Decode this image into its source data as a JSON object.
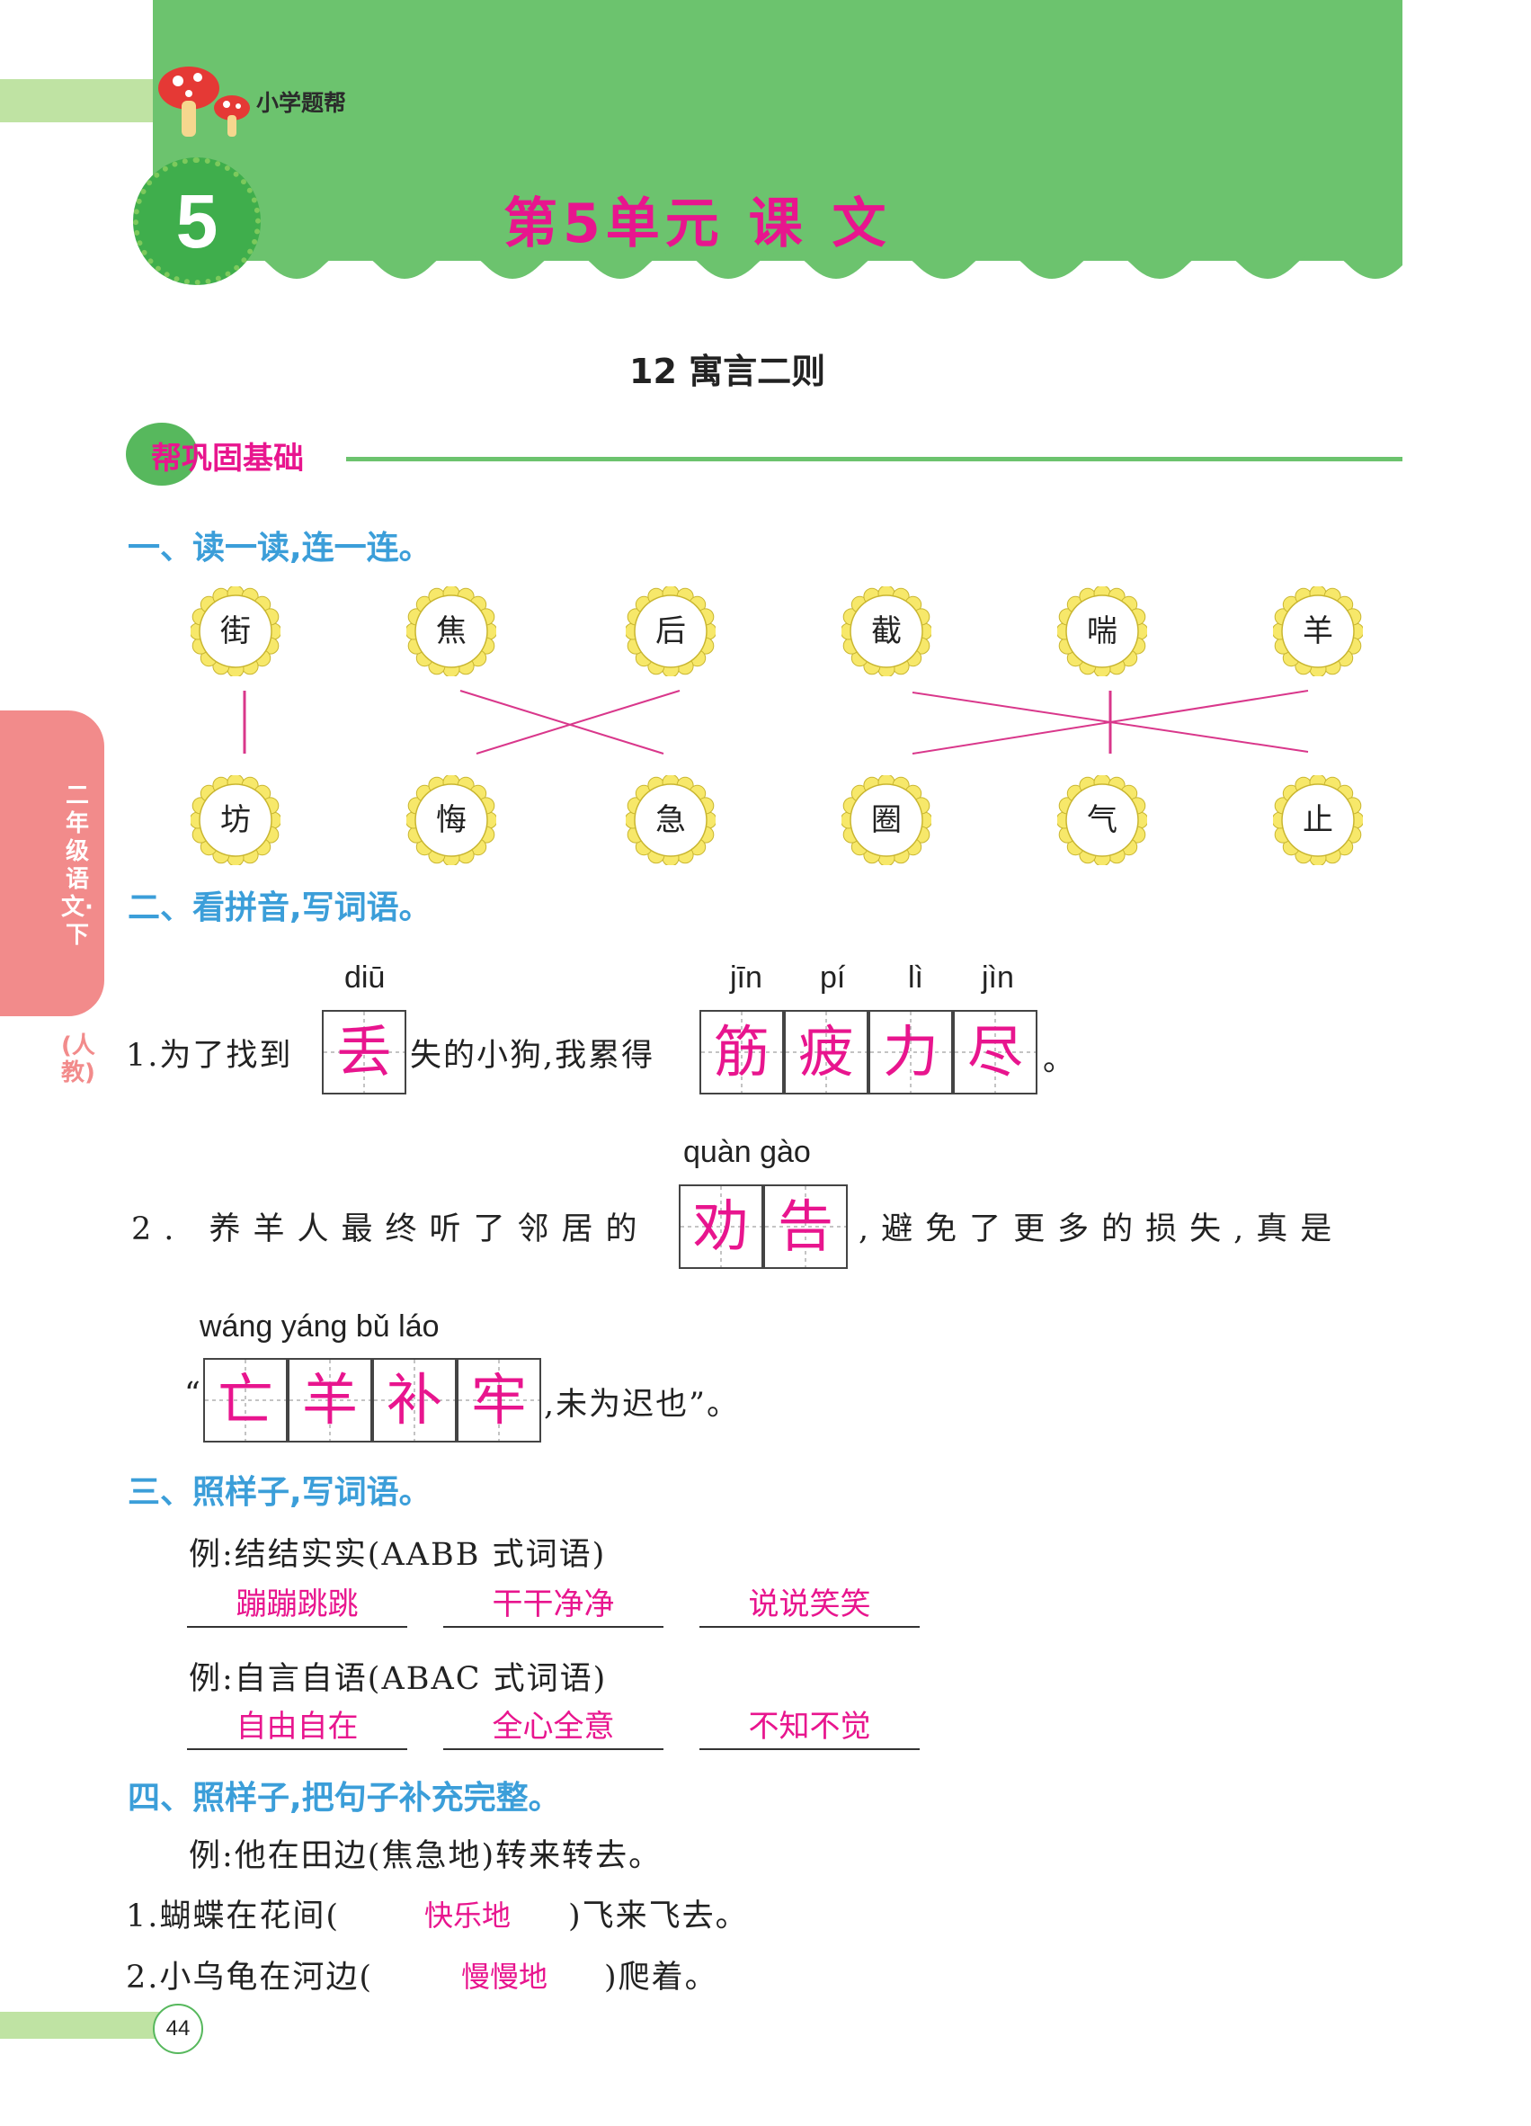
{
  "header": {
    "brand": "小学题帮",
    "unit_number": "5",
    "unit_title": "第5单元 课 文",
    "colors": {
      "band": "#6cc36e",
      "title": "#e8158e"
    }
  },
  "lesson": {
    "title": "12 寓言二则"
  },
  "section_banner": "帮巩固基础",
  "side_tab": {
    "label": "二年级语文·下",
    "edition": "(人教)"
  },
  "q1": {
    "heading": "一、读一读,连一连。",
    "top": [
      "街",
      "焦",
      "后",
      "截",
      "喘",
      "羊"
    ],
    "bottom": [
      "坊",
      "悔",
      "急",
      "圈",
      "气",
      "止"
    ]
  },
  "q2": {
    "heading": "二、看拼音,写词语。",
    "item1": {
      "prefix": "1.为了找到",
      "pinyin_a": "diū",
      "answer_a": [
        "丢"
      ],
      "middle": "失的小狗,我累得",
      "pinyin_b": [
        "jīn",
        "pí",
        "lì",
        "jìn"
      ],
      "answer_b": [
        "筋",
        "疲",
        "力",
        "尽"
      ],
      "suffix": "。"
    },
    "item2": {
      "prefix": "2. 养羊人最终听了邻居的",
      "pinyin_a": "quàn gào",
      "answer_a": [
        "劝",
        "告"
      ],
      "suffix": ",避免了更多的损失,真是",
      "pinyin_b": "wáng yáng bǔ   láo",
      "open_quote": "“",
      "answer_b": [
        "亡",
        "羊",
        "补",
        "牢"
      ],
      "end": ",未为迟也”。"
    }
  },
  "q3": {
    "heading": "三、照样子,写词语。",
    "example1": "例:结结实实(AABB 式词语)",
    "answers1": [
      "蹦蹦跳跳",
      "干干净净",
      "说说笑笑"
    ],
    "example2": "例:自言自语(ABAC 式词语)",
    "answers2": [
      "自由自在",
      "全心全意",
      "不知不觉"
    ]
  },
  "q4": {
    "heading": "四、照样子,把句子补充完整。",
    "example": "例:他在田边(焦急地)转来转去。",
    "item1_prefix": "1.蝴蝶在花间(",
    "item1_answer": "快乐地",
    "item1_suffix": ")飞来飞去。",
    "item2_prefix": "2.小乌龟在河边(",
    "item2_answer": "慢慢地",
    "item2_suffix": ")爬着。"
  },
  "footer": {
    "page_number": "44"
  }
}
